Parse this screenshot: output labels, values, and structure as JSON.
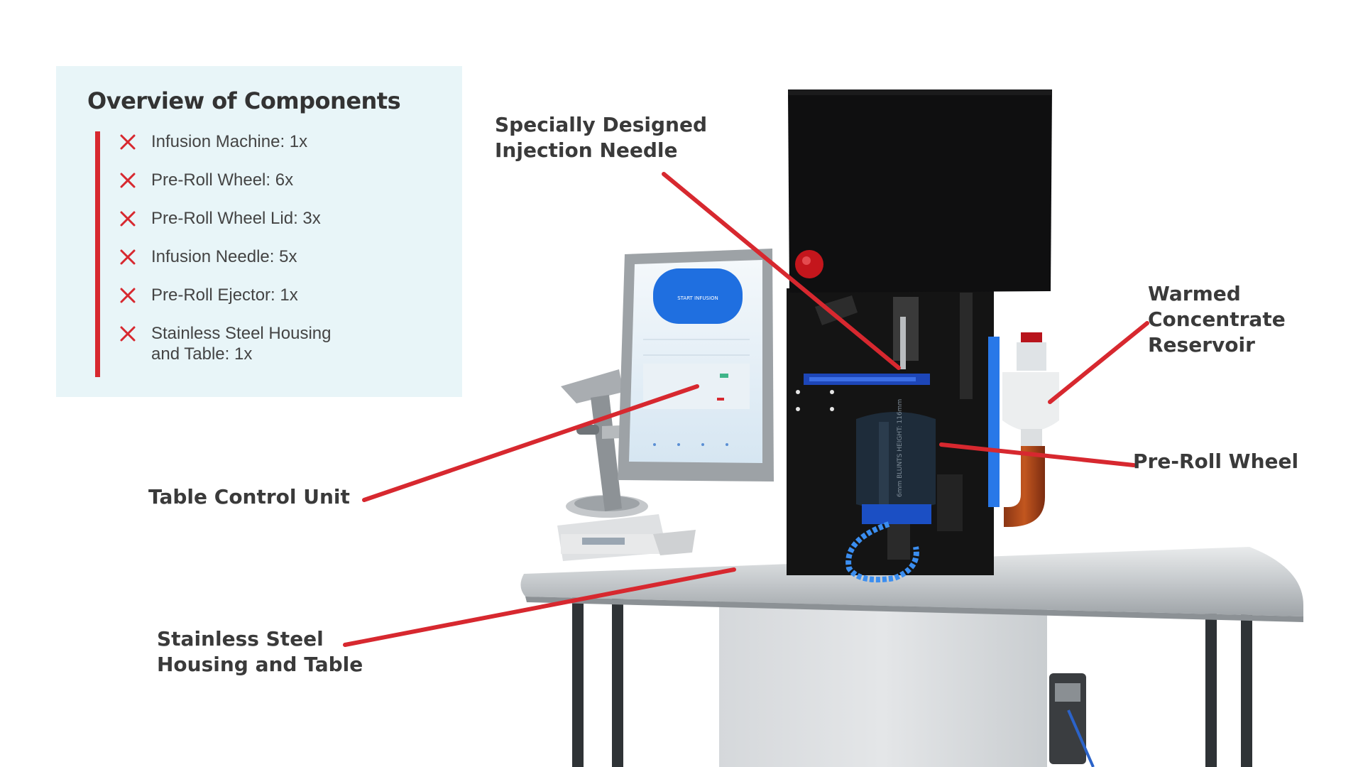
{
  "overview": {
    "title": "Overview of Components",
    "items": [
      {
        "lines": [
          "Infusion Machine: 1x"
        ]
      },
      {
        "lines": [
          "Pre-Roll Wheel: 6x"
        ]
      },
      {
        "lines": [
          "Pre-Roll Wheel Lid: 3x"
        ]
      },
      {
        "lines": [
          "Infusion Needle: 5x"
        ]
      },
      {
        "lines": [
          "Pre-Roll Ejector: 1x"
        ]
      },
      {
        "lines": [
          "Stainless Steel Housing",
          "and Table: 1x"
        ]
      }
    ],
    "item_icon": "red-x-icon"
  },
  "callouts": {
    "needle": [
      "Specially Designed",
      "Injection Needle"
    ],
    "reservoir": [
      "Warmed",
      "Concentrate",
      "Reservoir"
    ],
    "wheel": [
      "Pre-Roll Wheel"
    ],
    "control": [
      "Table Control Unit"
    ],
    "housing": [
      "Stainless Steel",
      "Housing and Table"
    ]
  },
  "screen": {
    "button_label": "START INFUSION"
  },
  "wheel_label": "6mm BLUNTS HEIGHT: 116mm",
  "colors": {
    "accent_red": "#d7282f",
    "panel_bg": "#e8f5f8",
    "machine_black": "#141414",
    "accent_blue": "#1f6fe0",
    "steel": "#c9cccf"
  }
}
